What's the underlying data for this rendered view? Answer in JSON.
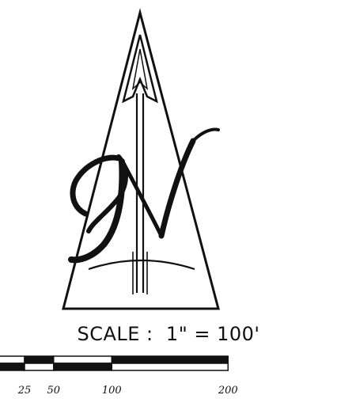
{
  "north_arrow": {
    "letter": "N",
    "icon": "north-arrow-icon"
  },
  "scale": {
    "label": "SCALE :",
    "ratio": "1\" = 100'"
  },
  "scale_bar": {
    "ticks": [
      {
        "value": 25,
        "label": "25"
      },
      {
        "value": 50,
        "label": "50"
      },
      {
        "value": 100,
        "label": "100"
      },
      {
        "value": 200,
        "label": "200"
      }
    ]
  },
  "colors": {
    "ink": "#111111",
    "background": "#ffffff"
  }
}
